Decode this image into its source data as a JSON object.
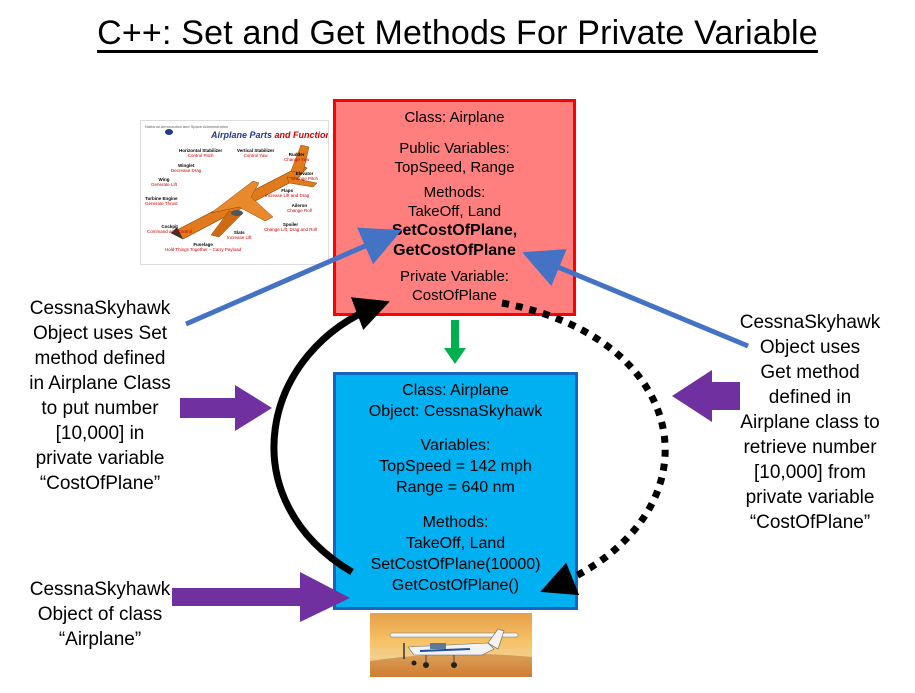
{
  "title": "C++: Set and Get Methods For Private Variable",
  "class_box": {
    "class_label": "Class: Airplane",
    "public_vars_heading": "Public Variables:",
    "public_vars": "TopSpeed, Range",
    "methods_heading": "Methods:",
    "methods": "TakeOff, Land",
    "set_method": "SetCostOfPlane,",
    "get_method": "GetCostOfPlane",
    "private_heading": "Private Variable:",
    "private_var": "CostOfPlane"
  },
  "object_box": {
    "class_label": "Class: Airplane",
    "object_label": "Object: CessnaSkyhawk",
    "vars_heading": "Variables:",
    "var1": "TopSpeed = 142 mph",
    "var2": "Range = 640 nm",
    "methods_heading": "Methods:",
    "method1": "TakeOff, Land",
    "method2": "SetCostOfPlane(10000)",
    "method3": "GetCostOfPlane()"
  },
  "callouts": {
    "left_set": [
      "CessnaSkyhawk",
      "Object uses Set",
      "method defined",
      "in Airplane Class",
      "to put number",
      "[10,000] in",
      "private variable",
      "“CostOfPlane”"
    ],
    "left_object": [
      "CessnaSkyhawk",
      "Object of class",
      "“Airplane”"
    ],
    "right_get": [
      "CessnaSkyhawk",
      "Object uses",
      "Get method",
      "defined in",
      "Airplane class to",
      "retrieve number",
      "[10,000] from",
      "private variable",
      "“CostOfPlane”"
    ]
  },
  "poster": {
    "header_small": "National Aeronautics and Space Administration",
    "title_main": "Airplane Parts ",
    "title_accent": "and Function",
    "parts": [
      {
        "name": "Horizontal Stabilizer",
        "fn": "Control  Pitch"
      },
      {
        "name": "Vertical Stabilizer",
        "fn": "Control  Yaw"
      },
      {
        "name": "Rudder",
        "fn": "Change Yaw"
      },
      {
        "name": "Winglet",
        "fn": "Decrease Drag"
      },
      {
        "name": "Elevator",
        "fn": "Change  Pitch"
      },
      {
        "name": "Wing",
        "fn": "Generate Lift"
      },
      {
        "name": "Flaps",
        "fn": "Increase Lift  and Drag"
      },
      {
        "name": "Turbine  Engine",
        "fn": "Generate  Thrust"
      },
      {
        "name": "Aileron",
        "fn": "Change Roll"
      },
      {
        "name": "Spoiler",
        "fn": "Change Lift, Drag and Roll"
      },
      {
        "name": "Cockpit",
        "fn": "Command and Control"
      },
      {
        "name": "Slats",
        "fn": "Increase Lift"
      },
      {
        "name": "Fuselage",
        "fn": "Hold Things Together – Carry Payload"
      }
    ]
  },
  "colors": {
    "class_fill": "#ff7f7f",
    "class_border": "#ff0000",
    "object_fill": "#00b0f0",
    "object_border": "#1565c0",
    "purple_arrow": "#7030a0",
    "blue_arrow": "#4472c4",
    "green_arrow": "#00b050"
  }
}
